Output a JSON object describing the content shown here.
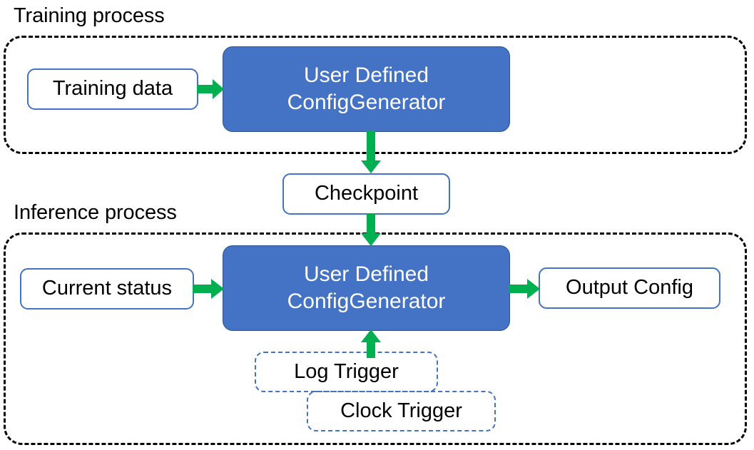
{
  "diagram": {
    "title_training": "Training process",
    "title_inference": "Inference process",
    "accent_blue": "#4472C4",
    "accent_blue_dark": "#2F528F",
    "arrow_green": "#00B050",
    "container_border": "#000000",
    "nodes": {
      "training_data": "Training data",
      "train_generator_line1": "User Defined",
      "train_generator_line2": "ConfigGenerator",
      "checkpoint": "Checkpoint",
      "current_status": "Current status",
      "infer_generator_line1": "User Defined",
      "infer_generator_line2": "ConfigGenerator",
      "output_config": "Output Config",
      "log_trigger": "Log Trigger",
      "clock_trigger": "Clock Trigger"
    },
    "edges": [
      {
        "name": "training-data-to-generator",
        "from": "Training data",
        "to": "User Defined ConfigGenerator",
        "direction": "right"
      },
      {
        "name": "generator-to-checkpoint",
        "from": "User Defined ConfigGenerator",
        "to": "Checkpoint",
        "direction": "down"
      },
      {
        "name": "checkpoint-to-inference-generator",
        "from": "Checkpoint",
        "to": "User Defined ConfigGenerator",
        "direction": "down"
      },
      {
        "name": "current-status-to-generator",
        "from": "Current status",
        "to": "User Defined ConfigGenerator",
        "direction": "right"
      },
      {
        "name": "generator-to-output-config",
        "from": "User Defined ConfigGenerator",
        "to": "Output Config",
        "direction": "right"
      },
      {
        "name": "triggers-to-generator",
        "from": "Log Trigger / Clock Trigger",
        "to": "User Defined ConfigGenerator",
        "direction": "up"
      }
    ]
  }
}
